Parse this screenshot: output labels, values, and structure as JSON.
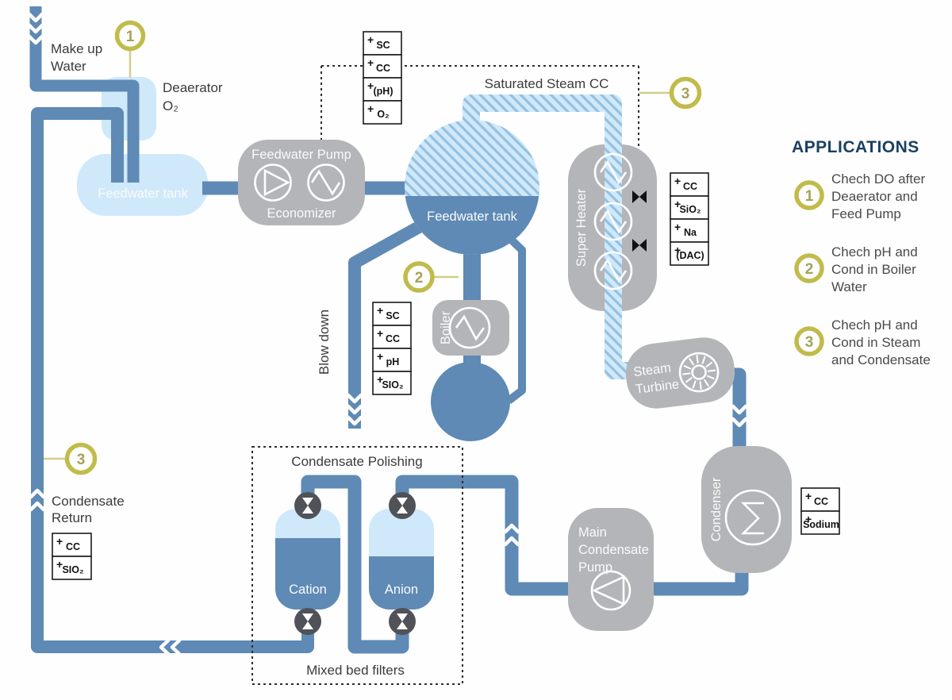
{
  "colors": {
    "pipe_blue": "#5e8ab5",
    "light_blue": "#cfe9fb",
    "hatch_stripe": "#96c0df",
    "component_gray": "#b4b5b8",
    "valve_gray": "#515257",
    "accent_olive": "#c1bb4b",
    "navy_heading": "#1c4061"
  },
  "symbols": {
    "plus": "+"
  },
  "markers": {
    "one": "1",
    "two": "2",
    "three": "3"
  },
  "flow": {
    "make_up_water": [
      "Make up",
      "Water"
    ],
    "saturated_steam_cc": "Saturated Steam CC",
    "blow_down": "Blow down",
    "condensate_return": [
      "Condensate",
      "Return"
    ],
    "condensate_polishing": "Condensate Polishing",
    "mixed_bed_filters": "Mixed bed filters"
  },
  "components": {
    "deaerator": [
      "Deaerator",
      "O₂"
    ],
    "feedwater_tank": "Feedwater tank",
    "feedwater_pump": "Feedwater Pump",
    "economizer": "Economizer",
    "boiler_drum": "Feedwater tank",
    "super_heater": "Super Heater",
    "boiler": "Boiler",
    "steam_turbine": [
      "Steam",
      "Turbine"
    ],
    "condenser": "Condenser",
    "main_condensate_pump": [
      "Main",
      "Condensate",
      "Pump"
    ],
    "cation": "Cation",
    "anion": "Anion"
  },
  "parameter_boxes": {
    "after_deaerator": [
      "SC",
      "CC",
      "(pH)",
      "O₂"
    ],
    "boiler_water": [
      "SC",
      "CC",
      "pH",
      "SIO₂"
    ],
    "steam": [
      "CC",
      "SiO₂",
      "Na",
      "(DAC)"
    ],
    "condensate": [
      "CC",
      "Sodium"
    ],
    "condensate_return": [
      "CC",
      "SIO₂"
    ]
  },
  "applications": {
    "title": "APPLICATIONS",
    "items": [
      {
        "number": "1",
        "lines": [
          "Chech DO after",
          "Deaerator and",
          "Feed Pump"
        ]
      },
      {
        "number": "2",
        "lines": [
          "Chech pH and",
          "Cond in Boiler",
          "Water"
        ]
      },
      {
        "number": "3",
        "lines": [
          "Chech pH and",
          "Cond in Steam",
          "and Condensate"
        ]
      }
    ]
  }
}
